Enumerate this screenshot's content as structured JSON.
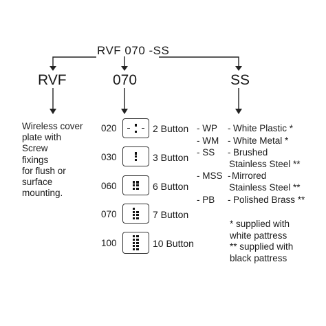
{
  "model_code": "RVF 070 -SS",
  "branches": {
    "left": {
      "heading": "RVF",
      "description": [
        "Wireless cover",
        "plate with",
        "Screw",
        "fixings",
        "for flush or",
        "surface",
        "mounting."
      ]
    },
    "middle": {
      "heading": "070",
      "options": [
        {
          "code": "020",
          "label": "2 Button",
          "buttons": 2
        },
        {
          "code": "030",
          "label": "3 Button",
          "buttons": 3
        },
        {
          "code": "060",
          "label": "6 Button",
          "buttons": 6
        },
        {
          "code": "070",
          "label": "7 Button",
          "buttons": 7
        },
        {
          "code": "100",
          "label": "10 Button",
          "buttons": 10
        }
      ]
    },
    "right": {
      "heading": "SS",
      "finishes": [
        {
          "code": "- WP",
          "sep": "-",
          "name": "White Plastic *"
        },
        {
          "code": "- WM",
          "sep": "-",
          "name": "White Metal *"
        },
        {
          "code": "- SS",
          "sep": "-",
          "name": "Brushed"
        },
        {
          "code": "",
          "sep": "",
          "name": "Stainless Steel **"
        },
        {
          "code": "- MSS",
          "sep": "-",
          "name": "Mirrored"
        },
        {
          "code": "",
          "sep": "",
          "name": "Stainless Steel **"
        },
        {
          "code": "- PB",
          "sep": "-",
          "name": "Polished Brass **"
        }
      ],
      "notes": [
        "* supplied with",
        "white pattress",
        "** supplied with",
        "black pattress"
      ]
    }
  }
}
